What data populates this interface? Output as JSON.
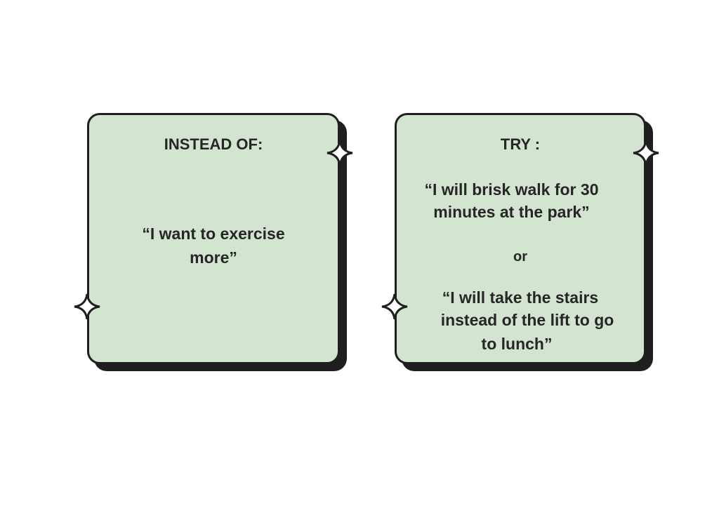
{
  "left_card": {
    "heading": "INSTEAD OF:",
    "quote_line1": "“I want to exercise",
    "quote_line2": "more”"
  },
  "right_card": {
    "heading": "TRY :",
    "option1_line1": "“I will brisk walk for 30",
    "option1_line2": "minutes at the park”",
    "separator": "or",
    "option2_line1": "“I will take the stairs",
    "option2_line2": "instead of the lift to go",
    "option2_line3": "to lunch”"
  },
  "colors": {
    "card_fill": "#d3e5d0",
    "outline": "#1f1f1f"
  }
}
